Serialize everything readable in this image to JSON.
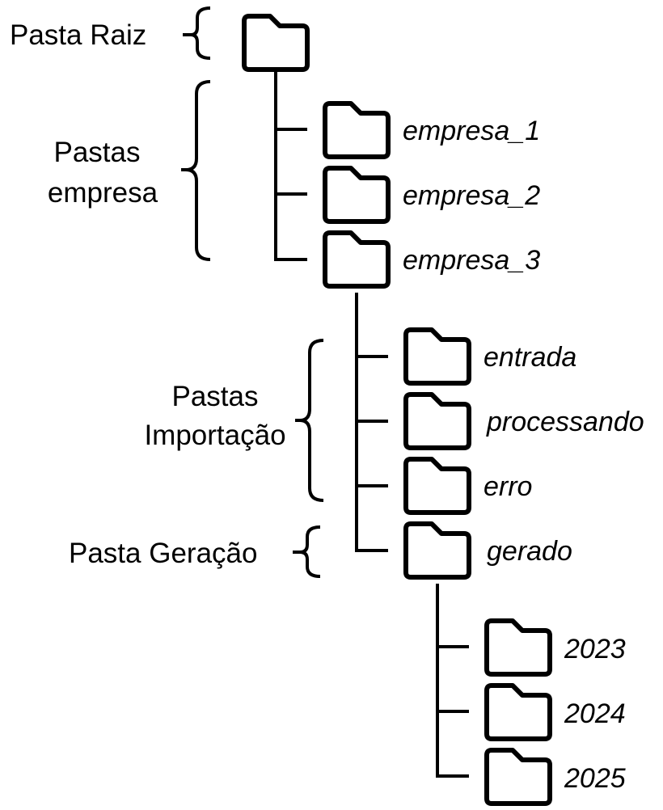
{
  "diagram": {
    "type": "folder-tree",
    "line_color": "#000000",
    "background": "#ffffff",
    "groups": {
      "root": {
        "label": "Pasta Raiz"
      },
      "companies": {
        "label_line1": "Pastas",
        "label_line2": "empresa"
      },
      "import": {
        "label_line1": "Pastas",
        "label_line2": "Importação"
      },
      "generation": {
        "label": "Pasta Geração"
      }
    },
    "tree": {
      "root": {
        "name": "",
        "icon": "folder-icon"
      },
      "companies": [
        {
          "name": "empresa_1",
          "icon": "folder-icon"
        },
        {
          "name": "empresa_2",
          "icon": "folder-icon"
        },
        {
          "name": "empresa_3",
          "icon": "folder-icon"
        }
      ],
      "import_folders": [
        {
          "name": "entrada",
          "icon": "folder-icon"
        },
        {
          "name": "processando",
          "icon": "folder-icon"
        },
        {
          "name": "erro",
          "icon": "folder-icon"
        },
        {
          "name": "gerado",
          "icon": "folder-icon"
        }
      ],
      "years": [
        {
          "name": "2023",
          "icon": "folder-icon"
        },
        {
          "name": "2024",
          "icon": "folder-icon"
        },
        {
          "name": "2025",
          "icon": "folder-icon"
        }
      ]
    }
  }
}
